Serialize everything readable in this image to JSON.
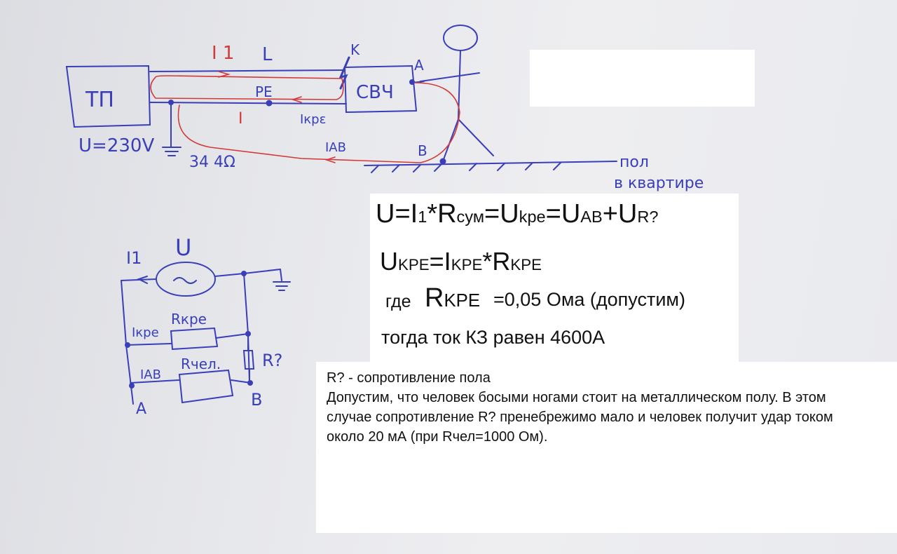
{
  "sketch_top": {
    "tp_label": "ТП",
    "voltage_label": "U=230V",
    "ground_resistance_label": "34 4Ω",
    "current_label_i1": "I 1",
    "line_label_l": "L",
    "fault_label_k": "K",
    "pe_label": "PE",
    "load_label": "СВЧ",
    "point_a": "A",
    "point_b": "B",
    "current_label_ikpe": "Iкрε",
    "current_label_iab": "IAB",
    "small_i_label": "I",
    "floor_label_1": "пол",
    "floor_label_2": "в квартире"
  },
  "sketch_bottom": {
    "current_label_i1": "I1",
    "source_label": "U",
    "current_label_ikpe": "Iкре",
    "resistor_rkpe": "Rкре",
    "current_label_iab": "IAB",
    "resistor_rzel": "Rчел.",
    "resistor_r": "R?",
    "point_a": "A",
    "point_b": "B"
  },
  "formula_box": {
    "line1": {
      "U": "U",
      "eq1": "=I",
      "sub1": "1",
      "star": "*R",
      "sub_sum": "сум",
      "eq2": "=U",
      "sub_kpe": "kpe",
      "eq3": "=U",
      "sub_ab": "AB",
      "plus": "+U",
      "sub_r": "R?"
    },
    "line2": {
      "u": "U",
      "sub_kpe1": "KPE",
      "eq": "=I",
      "sub_kpe2": "KPE",
      "star": "*R",
      "sub_kpe3": "KPE"
    },
    "line3": {
      "where": "где",
      "r": "R",
      "sub_kpe": "KPE",
      "value": "=0,05 Ома (допустим)"
    },
    "line4": "тогда ток КЗ равен 4600А"
  },
  "note_box": {
    "line1": "R? - сопротивление пола",
    "line2": "Допустим, что человек босыми ногами стоит на металлическом полу. В этом",
    "line3": "случае сопротивление R? пренебрежимо мало и человек получит удар током",
    "line4": "около 20 мА (при Rчел=1000 Ом)."
  },
  "colors": {
    "ink_blue": "#3a3fb8",
    "ink_red": "#d23a3a",
    "paper": "#e9eaee"
  }
}
